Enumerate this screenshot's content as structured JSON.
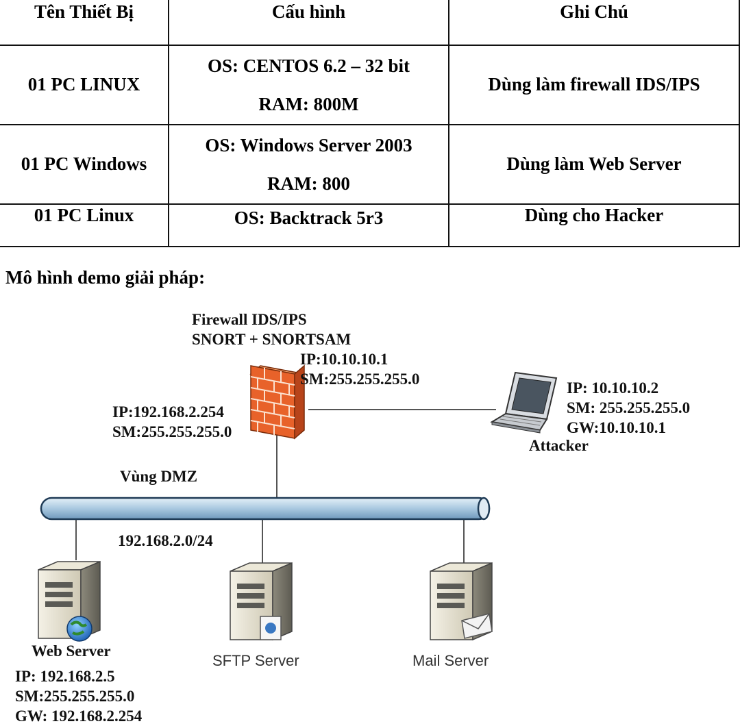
{
  "table": {
    "headers": [
      "Tên Thiết Bị",
      "Cấu hình",
      "Ghi Chú"
    ],
    "rows": [
      {
        "device": "01 PC LINUX",
        "config": [
          "OS: CENTOS 6.2 – 32 bit",
          "RAM: 800M"
        ],
        "note": "Dùng làm firewall IDS/IPS"
      },
      {
        "device": "01 PC Windows",
        "config": [
          "OS: Windows Server 2003",
          "RAM: 800"
        ],
        "note": "Dùng làm Web Server"
      },
      {
        "device": "01 PC Linux",
        "config": [
          "OS: Backtrack 5r3"
        ],
        "note": "Dùng cho Hacker"
      }
    ]
  },
  "heading": "Mô hình demo giải pháp:",
  "diagram": {
    "firewall": {
      "title": [
        "Firewall IDS/IPS",
        "SNORT + SNORTSAM"
      ],
      "outside": [
        "IP:10.10.10.1",
        "SM:255.255.255.0"
      ],
      "inside": [
        "IP:192.168.2.254",
        "SM:255.255.255.0"
      ],
      "icon": "brick-firewall-icon"
    },
    "attacker": {
      "name": "Attacker",
      "info": [
        "IP: 10.10.10.2",
        "SM: 255.255.255.0",
        "GW:10.10.10.1"
      ],
      "icon": "laptop-icon"
    },
    "dmz_label": "Vùng DMZ",
    "subnet": "192.168.2.0/24",
    "servers": [
      {
        "name": "Web Server",
        "info": [
          "IP: 192.168.2.5",
          "SM:255.255.255.0",
          "GW: 192.168.2.254"
        ],
        "icon": "web-server-icon"
      },
      {
        "name": "SFTP Server",
        "icon": "file-server-icon"
      },
      {
        "name": "Mail Server",
        "icon": "mail-server-icon"
      }
    ],
    "colors": {
      "bus_fill": "#b7d2e6",
      "bus_stroke": "#1e3a55",
      "firewall": "#e8622a",
      "line": "#555555"
    }
  }
}
